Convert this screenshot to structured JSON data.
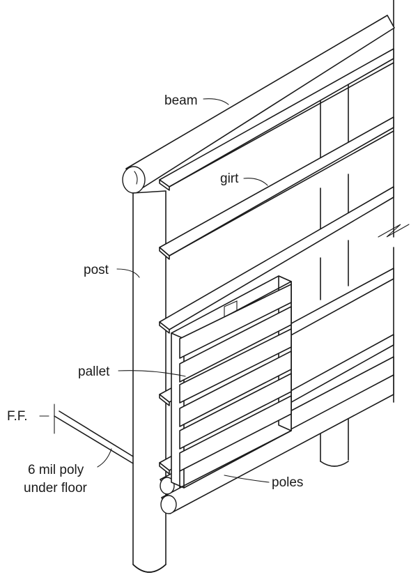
{
  "labels": {
    "beam": "beam",
    "girt": "girt",
    "post": "post",
    "pallet": "pallet",
    "ff": "F.F.",
    "poly_line1": "6 mil poly",
    "poly_line2": "under floor",
    "poles": "poles"
  }
}
